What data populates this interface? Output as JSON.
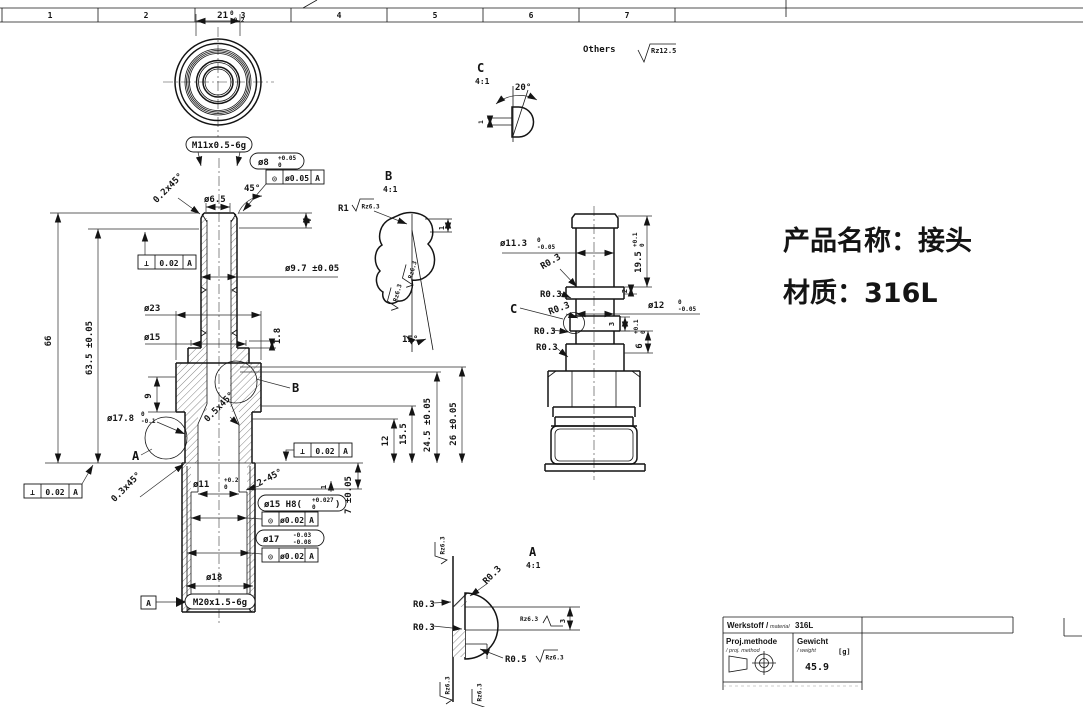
{
  "ruler": {
    "cells": [
      "1",
      "2",
      "3",
      "4",
      "5",
      "6",
      "7"
    ]
  },
  "notes": {
    "others": "Others",
    "others_finish": "Rz12.5"
  },
  "product": {
    "line1": "产品名称：接头",
    "line2": "材质：316L",
    "color": "#ff0000"
  },
  "gdt": {
    "conc": "◎",
    "perp": "⊥",
    "tol_005": "ø0.05",
    "tol_002": "ø0.02",
    "tol_002p": "0.02",
    "datum_a": "A"
  },
  "finish": {
    "rz63": "Rz6.3"
  },
  "top_view": {
    "dim_21": "21",
    "dim_21_up": "0",
    "dim_21_low": "-0.2",
    "thread": "M11x0.5-6g"
  },
  "front": {
    "phi8": "ø8",
    "phi8_up": "+0.05",
    "phi8_low": "0",
    "chamfer_02": "0.2x45°",
    "deg45": "45°",
    "phi65": "ø6.5",
    "dim4": "4",
    "phi97": "ø9.7 ±0.05",
    "phi23": "ø23",
    "phi15": "ø15",
    "dim18": "1.8",
    "dim9": "9",
    "dim66": "66",
    "dim635": "63.5 ±0.05",
    "label_b": "B",
    "label_a": "A",
    "phi178": "ø17.8",
    "phi178_up": "0",
    "phi178_low": "-0.1",
    "chamfer_03": "0.3x45°",
    "chamfer_05": "0.5x45°",
    "chamfer_245": "2-45°",
    "dim1": "1",
    "phi11": "ø11",
    "phi11_up": "+0.2",
    "phi11_low": "0",
    "phi15h8_pre": "ø15 H8(",
    "phi15h8_up": "+0.027",
    "phi15h8_low": "0",
    "phi15h8_post": ")",
    "phi17": "ø17",
    "phi17_up": "-0.03",
    "phi17_low": "-0.08",
    "phi18": "ø18",
    "thread_m20": "M20x1.5-6g",
    "dim7": "7 ±0.05",
    "dim12": "12",
    "dim155": "15.5",
    "dim245": "24.5 ±0.05",
    "dim26": "26 ±0.05"
  },
  "side": {
    "phi113": "ø11.3",
    "phi113_up": "0",
    "phi113_low": "-0.05",
    "dim195": "19.5",
    "dim195_up": "+0.1",
    "dim195_low": "0",
    "dim2": "2",
    "phi12": "ø12",
    "phi12_up": "0",
    "phi12_low": "-0.05",
    "dim3": "3",
    "dim6": "6",
    "dim6_up": "+0.1",
    "dim6_low": "0",
    "r03": "R0.3",
    "label_c": "C"
  },
  "detail_b": {
    "title": "B",
    "scale": "4:1",
    "r1": "R1",
    "dim1": "1",
    "deg15": "15°"
  },
  "detail_c": {
    "title": "C",
    "scale": "4:1",
    "deg20": "20°",
    "dim1": "1"
  },
  "detail_a": {
    "title": "A",
    "scale": "4:1",
    "r03": "R0.3",
    "r05": "R0.5",
    "dim3": "3"
  },
  "title_block": {
    "werkstoff": "Werkstoff /",
    "werkstoff_sub": "material",
    "material": "316L",
    "proj": "Proj.methode",
    "proj_sub": "/ proj. method",
    "gewicht": "Gewicht",
    "gewicht_sub": "/ weight",
    "unit": "[g]",
    "weight": "45.9"
  }
}
